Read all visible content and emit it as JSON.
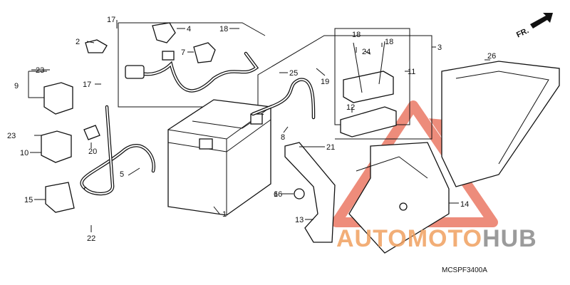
{
  "diagram": {
    "code": "MCSPF3400A",
    "direction_marker": "FR.",
    "callouts": [
      {
        "id": "c1",
        "text": "1"
      },
      {
        "id": "c2",
        "text": "2"
      },
      {
        "id": "c3",
        "text": "3"
      },
      {
        "id": "c4",
        "text": "4"
      },
      {
        "id": "c5",
        "text": "5"
      },
      {
        "id": "c6",
        "text": "6"
      },
      {
        "id": "c7",
        "text": "7"
      },
      {
        "id": "c8",
        "text": "8"
      },
      {
        "id": "c9",
        "text": "9"
      },
      {
        "id": "c10",
        "text": "10"
      },
      {
        "id": "c11",
        "text": "11"
      },
      {
        "id": "c12",
        "text": "12"
      },
      {
        "id": "c13",
        "text": "13"
      },
      {
        "id": "c14",
        "text": "14"
      },
      {
        "id": "c15",
        "text": "15"
      },
      {
        "id": "c16",
        "text": "16"
      },
      {
        "id": "c17a",
        "text": "17"
      },
      {
        "id": "c17b",
        "text": "17"
      },
      {
        "id": "c18a",
        "text": "18"
      },
      {
        "id": "c18b",
        "text": "18"
      },
      {
        "id": "c18c",
        "text": "18"
      },
      {
        "id": "c19",
        "text": "19"
      },
      {
        "id": "c20",
        "text": "20"
      },
      {
        "id": "c21",
        "text": "21"
      },
      {
        "id": "c22",
        "text": "22"
      },
      {
        "id": "c23a",
        "text": "23"
      },
      {
        "id": "c23b",
        "text": "23"
      },
      {
        "id": "c24",
        "text": "24"
      },
      {
        "id": "c25",
        "text": "25"
      },
      {
        "id": "c26",
        "text": "26"
      }
    ]
  },
  "watermark": {
    "text_part1": "AUTOMOTO",
    "text_part2": "HUB",
    "color_primary": "#e8664f",
    "color_light": "#f4b27a",
    "color_dark": "#8a8a8a"
  }
}
